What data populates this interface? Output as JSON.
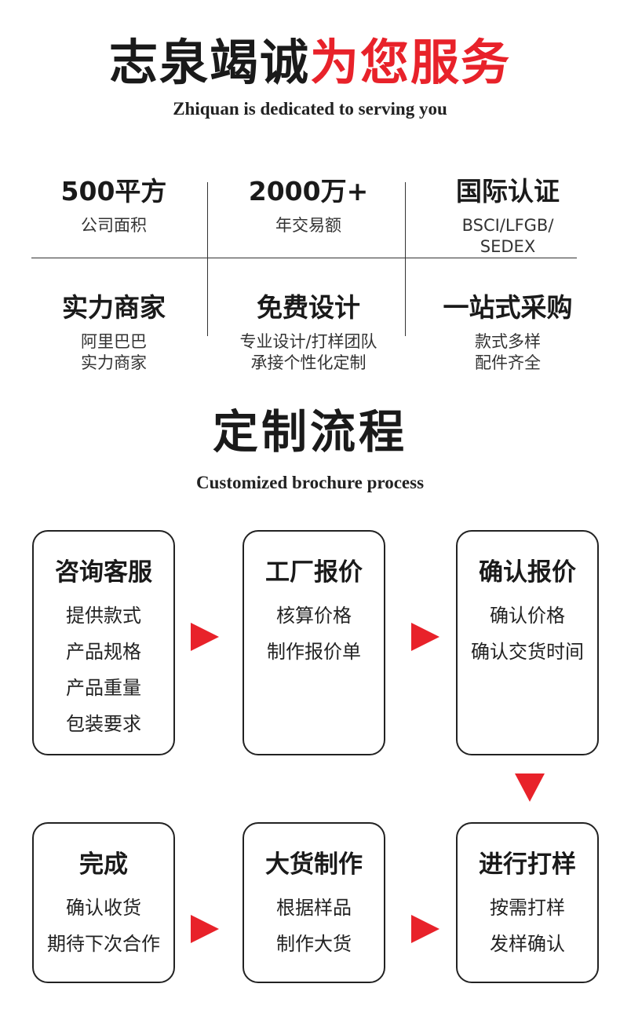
{
  "header": {
    "title_black": "志泉竭诚",
    "title_red": "为您服务",
    "subtitle": "Zhiquan is dedicated to serving you"
  },
  "stats": [
    {
      "value": "500平方",
      "desc": [
        "公司面积"
      ]
    },
    {
      "value": "2000万+",
      "desc": [
        "年交易额"
      ]
    },
    {
      "value": "国际认证",
      "desc": [
        "BSCI/LFGB/",
        "SEDEX"
      ]
    },
    {
      "value": "实力商家",
      "desc": [
        "阿里巴巴",
        "实力商家"
      ]
    },
    {
      "value": "免费设计",
      "desc": [
        "专业设计/打样团队",
        "承接个性化定制"
      ]
    },
    {
      "value": "一站式采购",
      "desc": [
        "款式多样",
        "配件齐全"
      ]
    }
  ],
  "process": {
    "title": "定制流程",
    "subtitle": "Customized brochure process",
    "steps": [
      {
        "title": "咨询客服",
        "items": [
          "提供款式",
          "产品规格",
          "产品重量",
          "包装要求"
        ]
      },
      {
        "title": "工厂报价",
        "items": [
          "核算价格",
          "制作报价单"
        ]
      },
      {
        "title": "确认报价",
        "items": [
          "确认价格",
          "确认交货时间"
        ]
      },
      {
        "title": "进行打样",
        "items": [
          "按需打样",
          "发样确认"
        ]
      },
      {
        "title": "大货制作",
        "items": [
          "根据样品",
          "制作大货"
        ]
      },
      {
        "title": "完成",
        "items": [
          "确认收货",
          "期待下次合作"
        ]
      }
    ]
  },
  "colors": {
    "accent": "#e8222a",
    "text": "#1a1a1a",
    "border": "#222222"
  }
}
